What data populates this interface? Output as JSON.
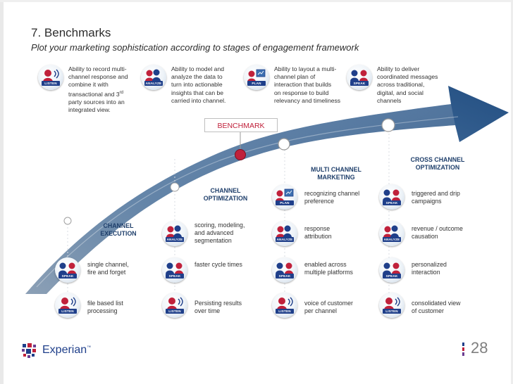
{
  "title": "7. Benchmarks",
  "subtitle": "Plot your marketing sophistication according to stages of engagement framework",
  "benchmark_label": "BENCHMARK",
  "icon_tags": {
    "listen": "LISTEN",
    "analyze": "ANALYZE",
    "plan": "PLAN",
    "speak": "SPEAK"
  },
  "top_descriptions": [
    {
      "line1": "Ability to record multi-",
      "line2": "channel response and",
      "line3": "combine it with",
      "line4_pre": "transactional and 3",
      "line4_sup": "rd",
      "line5": "party sources into an",
      "line6": "integrated view."
    },
    {
      "lines": [
        "Ability to model and",
        "analyze the data to",
        "turn into actionable",
        "insights that can be",
        "carried into channel."
      ]
    },
    {
      "lines": [
        "Ability to layout a multi-",
        "channel plan of",
        "interaction that builds",
        "on response to build",
        "relevancy and timeliness"
      ]
    },
    {
      "lines": [
        "Ability to deliver",
        "coordinated messages",
        "across traditional,",
        "digital, and social",
        "channels"
      ]
    }
  ],
  "stages": [
    {
      "title_lines": [
        "CHANNEL",
        "EXECUTION"
      ],
      "items": [
        [
          "single channel,",
          "fire and forget"
        ],
        [
          "file based list",
          "processing"
        ]
      ]
    },
    {
      "title_lines": [
        "CHANNEL",
        "OPTIMIZATION"
      ],
      "items": [
        [
          "scoring, modeling,",
          "and advanced",
          "segmentation"
        ],
        [
          "faster cycle times"
        ],
        [
          "Persisting results",
          "over time"
        ]
      ]
    },
    {
      "title_lines": [
        "MULTI CHANNEL",
        "MARKETING"
      ],
      "items": [
        [
          "recognizing channel",
          "preference"
        ],
        [
          "response",
          "attribution"
        ],
        [
          "enabled across",
          "multiple platforms"
        ],
        [
          "voice of customer",
          "per channel"
        ]
      ]
    },
    {
      "title_lines": [
        "CROSS CHANNEL",
        "OPTIMIZATION"
      ],
      "items": [
        [
          "triggered and drip",
          "campaigns"
        ],
        [
          "revenue / outcome",
          "causation"
        ],
        [
          "personalized",
          "interaction"
        ],
        [
          "consolidated view",
          "of customer"
        ]
      ]
    }
  ],
  "logo": {
    "name": "Experian",
    "mark": "™"
  },
  "page_number": "28",
  "colors": {
    "arrow": "#2c5a8c",
    "benchmark": "#c0213b",
    "icon_tag": "#1f3f8a",
    "stage_title": "#1f3f6b",
    "brand": "#1f3f8a"
  }
}
